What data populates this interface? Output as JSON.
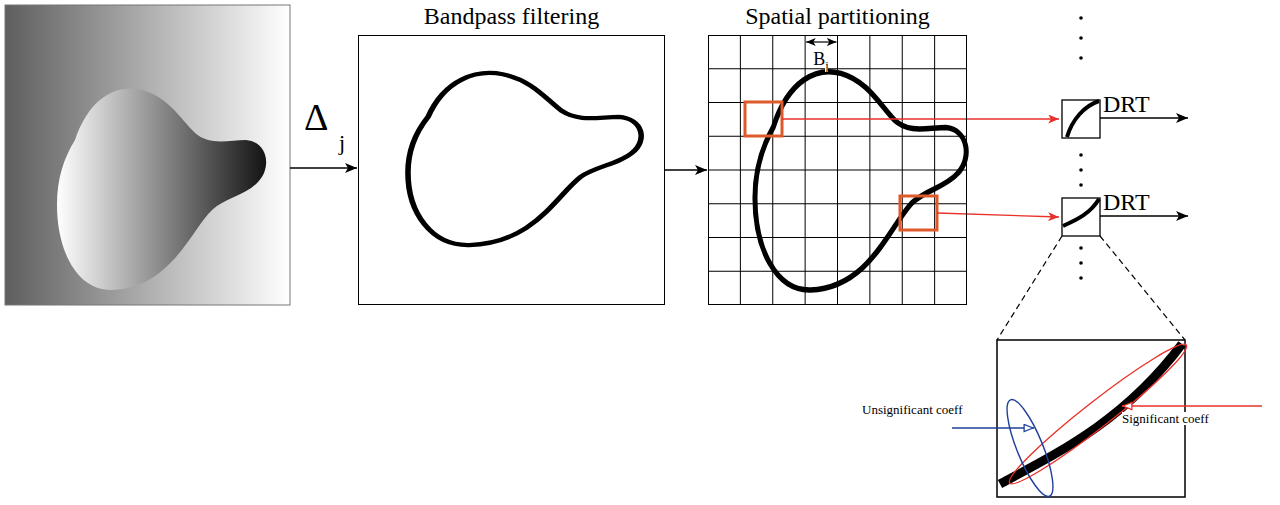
{
  "diagram": {
    "nodes": [
      {
        "text": [
          "Bandpass filtering"
        ]
      },
      {
        "text": [
          "Spatial partitioning"
        ]
      }
    ],
    "edges": [
      {
        "from": 0,
        "to": 1,
        "arrow": "to"
      }
    ],
    "labels": [
      "Δ",
      "j",
      "B",
      "j",
      "DRT",
      "DRT",
      "Unsignificant coeff",
      "Significant coeff"
    ]
  }
}
